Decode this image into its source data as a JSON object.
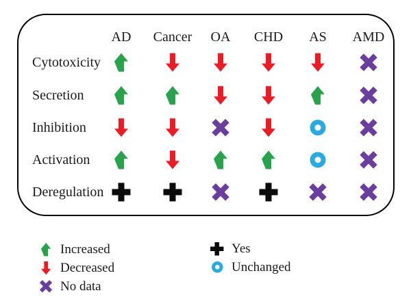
{
  "colors": {
    "increased": "#28A24B",
    "decreased": "#ED1C24",
    "no_data": "#6A3E9E",
    "yes": "#0B0B0B",
    "unchanged": "#29ABE2"
  },
  "chart_data": {
    "type": "table",
    "title": "",
    "columns": [
      "AD",
      "Cancer",
      "OA",
      "CHD",
      "AS",
      "AMD"
    ],
    "rows": [
      {
        "label": "Cytotoxicity",
        "values": [
          "increased",
          "decreased",
          "decreased",
          "decreased",
          "decreased",
          "no_data"
        ]
      },
      {
        "label": "Secretion",
        "values": [
          "increased",
          "increased",
          "decreased",
          "decreased",
          "increased",
          "no_data"
        ]
      },
      {
        "label": "Inhibition",
        "values": [
          "decreased",
          "decreased",
          "no_data",
          "decreased",
          "unchanged",
          "no_data"
        ]
      },
      {
        "label": "Activation",
        "values": [
          "increased",
          "decreased",
          "increased",
          "increased",
          "unchanged",
          "no_data"
        ]
      },
      {
        "label": "Deregulation",
        "values": [
          "yes",
          "yes",
          "no_data",
          "yes",
          "no_data",
          "no_data"
        ]
      }
    ],
    "symbol_meanings": {
      "increased": "Increased",
      "decreased": "Decreased",
      "no_data": "No data",
      "yes": "Yes",
      "unchanged": "Unchanged"
    },
    "legend_position": "below"
  },
  "legend": {
    "left": [
      {
        "symbol": "increased",
        "label": "Increased"
      },
      {
        "symbol": "decreased",
        "label": "Decreased"
      },
      {
        "symbol": "no_data",
        "label": "No data"
      }
    ],
    "right": [
      {
        "symbol": "yes",
        "label": "Yes"
      },
      {
        "symbol": "unchanged",
        "label": "Unchanged"
      }
    ]
  }
}
